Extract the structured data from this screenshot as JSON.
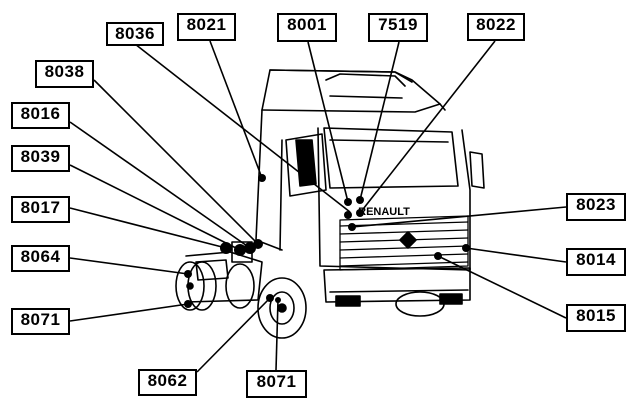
{
  "diagram": {
    "subject": "Renault tractor unit (cab front three-quarter view)",
    "colors": {
      "ink": "#000000",
      "paper": "#ffffff"
    },
    "grille_lettering": "RENAULT",
    "callouts": [
      {
        "id": "c-8036-top",
        "code": "8036"
      },
      {
        "id": "c-8021",
        "code": "8021"
      },
      {
        "id": "c-8001",
        "code": "8001"
      },
      {
        "id": "c-7519",
        "code": "7519"
      },
      {
        "id": "c-8022",
        "code": "8022"
      },
      {
        "id": "c-8038",
        "code": "8038"
      },
      {
        "id": "c-8016",
        "code": "8016"
      },
      {
        "id": "c-8039",
        "code": "8039"
      },
      {
        "id": "c-8017",
        "code": "8017"
      },
      {
        "id": "c-8064",
        "code": "8064"
      },
      {
        "id": "c-8071-left",
        "code": "8071"
      },
      {
        "id": "c-8062",
        "code": "8062"
      },
      {
        "id": "c-8071-bottom",
        "code": "8071"
      },
      {
        "id": "c-8023",
        "code": "8023"
      },
      {
        "id": "c-8014",
        "code": "8014"
      },
      {
        "id": "c-8015",
        "code": "8015"
      }
    ]
  }
}
